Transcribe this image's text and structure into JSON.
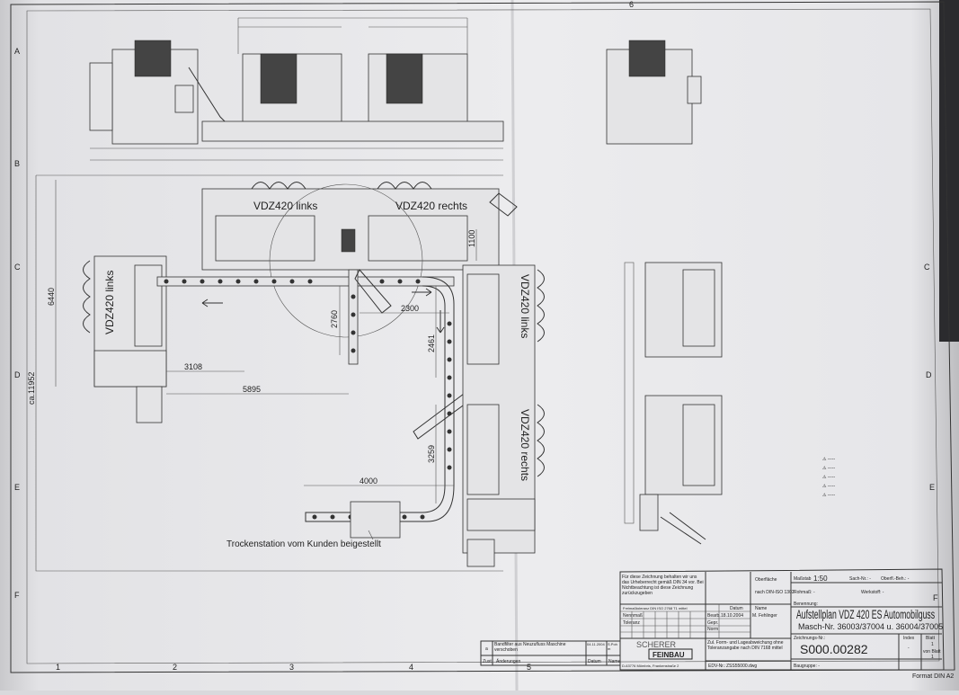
{
  "drawing": {
    "row_markers": [
      "A",
      "B",
      "C",
      "D",
      "E",
      "F"
    ],
    "column_markers": [
      "1",
      "2",
      "3",
      "4",
      "5"
    ],
    "top_marker": "6",
    "machine_labels": {
      "top_left": "VDZ420 links",
      "top_right": "VDZ420 rechts",
      "left_vertical": "VDZ420 links",
      "right_upper_vertical": "VDZ420 links",
      "right_lower_vertical": "VDZ420 rechts"
    },
    "dimensions": {
      "height_left": "6440",
      "overall": "ca.11952",
      "d3108": "3108",
      "d5895": "5895",
      "d2760": "2760",
      "d2300": "2300",
      "d2461": "2461",
      "d1100": "1100",
      "d3259": "3259",
      "d4000": "4000"
    },
    "drying_station_note": "Trockenstation vom Kunden beigestellt"
  },
  "revision_block": {
    "rows": [
      {
        "index": "a",
        "change": "Bandfilter aus Neuzufluss Maschine verschoben",
        "date": "04.11.2004",
        "name": "S.Pohm"
      }
    ],
    "headers": {
      "index": "Zust",
      "change": "Änderungen",
      "date": "Datum",
      "name": "Name"
    }
  },
  "title_block": {
    "copyright_note": "Für diese Zeichnung behalten wir uns das Urheberrecht gemäß DIN 34 vor. Bei Nichtbeachtung ist diese Zeichnung zurückzugeben",
    "surface_label": "Oberfläche",
    "surface_value": "nach DIN-ISO 1302",
    "scale_label": "Maßstab",
    "scale_value": "1:50",
    "sach_nr": "Sach-Nr.: -",
    "oberfl_beh": "Oberfl.-Beh.: -",
    "rohmass": "Rohmaß: -",
    "werkstoff": "Werkstoff: -",
    "tolerance_header": "Freimaßtoleranz DIN ISO 2768 T1 mittel",
    "nennmass": "Nennmaß",
    "toleranz": "Toleranz",
    "date_label": "Datum",
    "name_label": "Name",
    "bearb": "Bearb.",
    "bearb_date": "18.10.2004",
    "bearb_name": "M. Fehlinger",
    "gepr": "Gepr.",
    "norm": "Norm",
    "company_top": "SCHERER",
    "company_logo": "FEINBAU",
    "company_address": "D-63776 Mömbris, Frankenstraße 2",
    "form_tolerance": "Zul. Form- und Lageabweichung ohne Toleranzangabe nach DIN 7168 mittel",
    "edv_label": "EDV-Nr.:",
    "edv_value": "ZSS55000.dwg",
    "designation_label": "Benennung:",
    "title": "Aufstellplan VDZ 420  ES Automobilguss",
    "machine_numbers": "Masch-Nr. 36003/37004 u. 36004/37005",
    "drawing_no_label": "Zeichnungs-Nr.:",
    "drawing_no": "S000.00282",
    "index_label": "Index",
    "index_value": "-",
    "sheet_label": "Blatt",
    "sheet_value": "1",
    "of_sheets_label": "von Blatt",
    "of_sheets_value": "1",
    "assembly_label": "Baugruppe: -",
    "format": "Format DIN A2"
  }
}
